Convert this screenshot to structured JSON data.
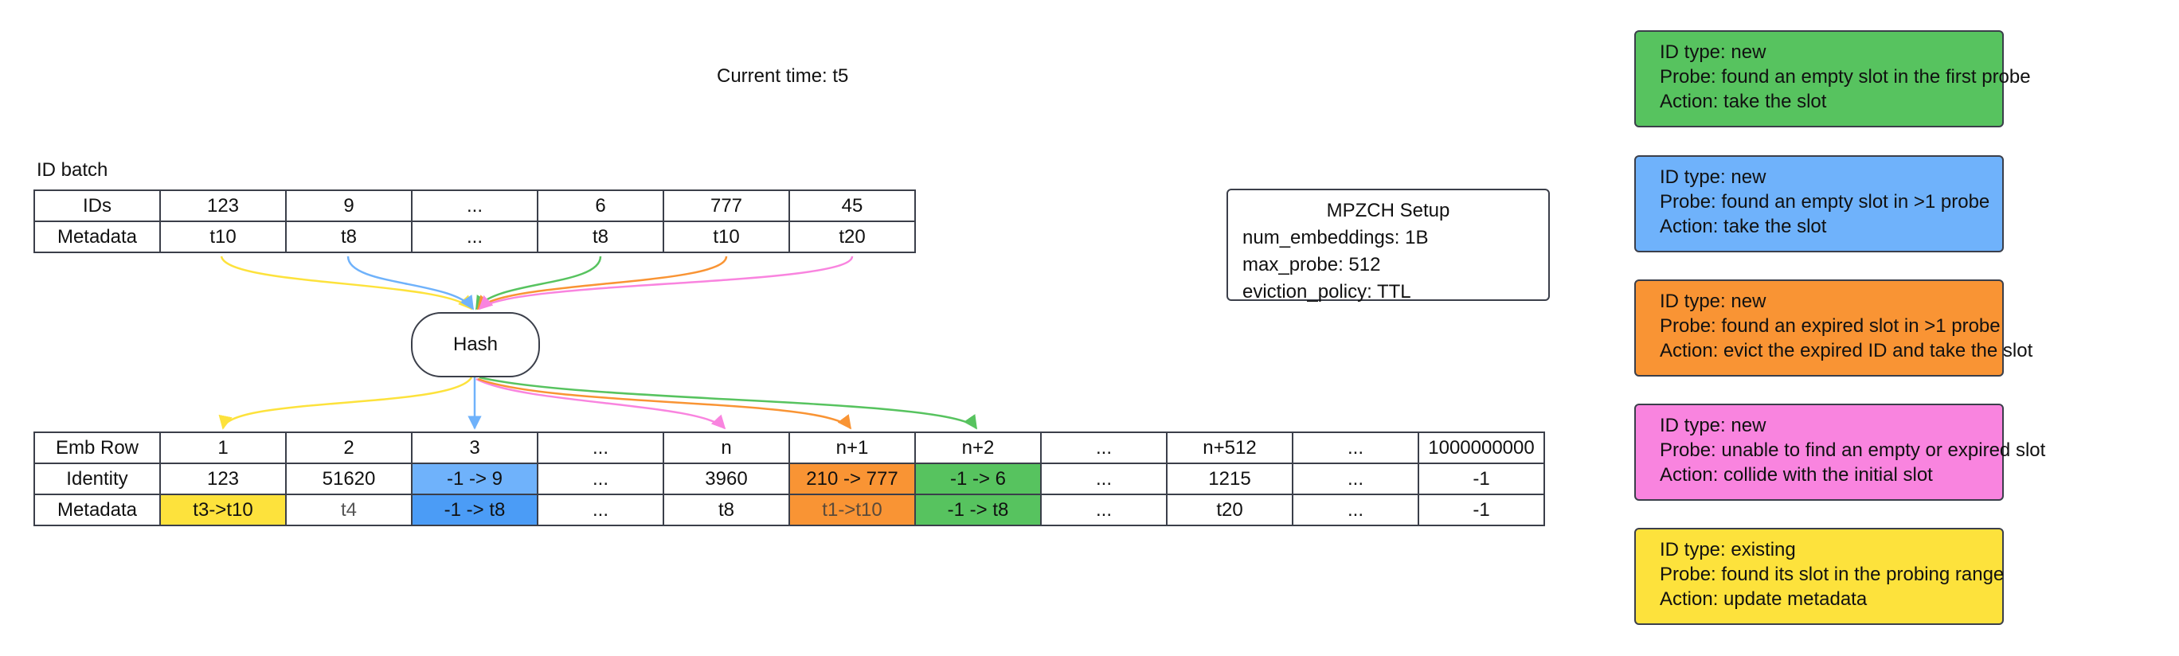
{
  "current_time": "Current time: t5",
  "id_batch": {
    "label": "ID batch",
    "rows": [
      [
        "IDs",
        "123",
        "9",
        "...",
        "6",
        "777",
        "45"
      ],
      [
        "Metadata",
        "t10",
        "t8",
        "...",
        "t8",
        "t10",
        "t20"
      ]
    ]
  },
  "hash_label": "Hash",
  "emb_table": {
    "rows": [
      [
        "Emb Row",
        "1",
        "2",
        "3",
        "...",
        "n",
        "n+1",
        "n+2",
        "...",
        "n+512",
        "...",
        "1000000000"
      ],
      [
        "Identity",
        "123",
        "51620",
        "-1 -> 9",
        "...",
        "3960",
        "210 -> 777",
        "-1 -> 6",
        "...",
        "1215",
        "...",
        "-1"
      ],
      [
        "Metadata",
        "t3->t10",
        "t4",
        "-1 -> t8",
        "...",
        "t8",
        "t1->t10",
        "-1 -> t8",
        "...",
        "t20",
        "...",
        "-1"
      ]
    ]
  },
  "setup": {
    "title": "MPZCH Setup",
    "lines": [
      "num_embeddings: 1B",
      "max_probe: 512",
      "eviction_policy: TTL"
    ]
  },
  "legend": [
    {
      "color": "#57c35f",
      "lines": [
        "ID type: new",
        "Probe: found an empty slot in the first probe",
        "Action: take the slot"
      ]
    },
    {
      "color": "#6fb2fb",
      "lines": [
        "ID type: new",
        "Probe: found an empty slot in >1 probe",
        "Action: take the slot"
      ]
    },
    {
      "color": "#f99434",
      "lines": [
        "ID type: new",
        "Probe: found an expired slot in >1 probe",
        "Action: evict the expired ID and take the slot"
      ]
    },
    {
      "color": "#f984df",
      "lines": [
        "ID type: new",
        "Probe: unable to find an empty or expired slot",
        "Action: collide with the initial slot"
      ]
    },
    {
      "color": "#fde23c",
      "lines": [
        "ID type: existing",
        "Probe: found its slot in the probing range",
        "Action: update metadata"
      ]
    }
  ],
  "colors": {
    "yellow": "#fde23c",
    "blue": "#6fb2fb",
    "orange": "#f99434",
    "pink": "#f984df",
    "green": "#57c35f",
    "border": "#3b3f4a"
  }
}
